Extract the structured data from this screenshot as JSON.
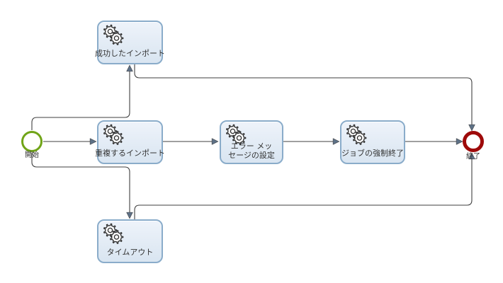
{
  "diagram": {
    "type": "bpmn-process",
    "nodes": {
      "start": {
        "type": "start-event",
        "label": "開始"
      },
      "success_import": {
        "type": "service-task",
        "label": "成功したインポート"
      },
      "duplicate_import": {
        "type": "service-task",
        "label": "重複するインポート"
      },
      "error_message": {
        "type": "service-task",
        "label_lines": [
          "エラー メッ",
          "セージの設定"
        ]
      },
      "kill_job": {
        "type": "service-task",
        "label": "ジョブの強制終了"
      },
      "timeout": {
        "type": "service-task",
        "label": "タイムアウト"
      },
      "end": {
        "type": "end-event",
        "label": "終了"
      }
    },
    "edges": [
      {
        "from": "start",
        "to": "duplicate_import"
      },
      {
        "from": "start",
        "to": "success_import"
      },
      {
        "from": "start",
        "to": "timeout"
      },
      {
        "from": "duplicate_import",
        "to": "error_message"
      },
      {
        "from": "error_message",
        "to": "kill_job"
      },
      {
        "from": "kill_job",
        "to": "end"
      },
      {
        "from": "success_import",
        "to": "end"
      },
      {
        "from": "timeout",
        "to": "end"
      }
    ],
    "colors": {
      "task_fill_top": "#eef3fa",
      "task_fill_bottom": "#d9e5f1",
      "task_border": "#8aacca",
      "start_stroke": "#70a417",
      "end_stroke": "#9e0a0a",
      "edge": "#3f3f3f",
      "arrowhead": "#5e7187",
      "label": "#333333"
    }
  }
}
